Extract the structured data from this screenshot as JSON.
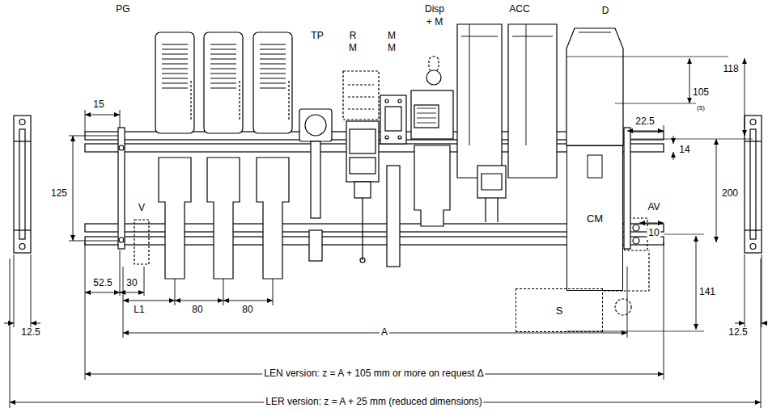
{
  "diagram": {
    "nodes": [
      {
        "text": [
          "CM"
        ]
      },
      {
        "text": [
          "S"
        ]
      }
    ],
    "labels": [
      "PG",
      "TP",
      "R",
      "M",
      "M",
      "M",
      "Disp",
      "+ M",
      "ACC",
      "D",
      "15",
      "125",
      "V",
      "52.5",
      "30",
      "L1",
      "80",
      "80",
      "12.5",
      "12.5",
      "22.5",
      "105",
      "(5)",
      "118",
      "14",
      "200",
      "AV",
      "10",
      "141",
      "A",
      "LEN version: z = A + 105 mm or more on request Δ",
      "LER version: z = A + 25 mm (reduced dimensions)"
    ]
  }
}
